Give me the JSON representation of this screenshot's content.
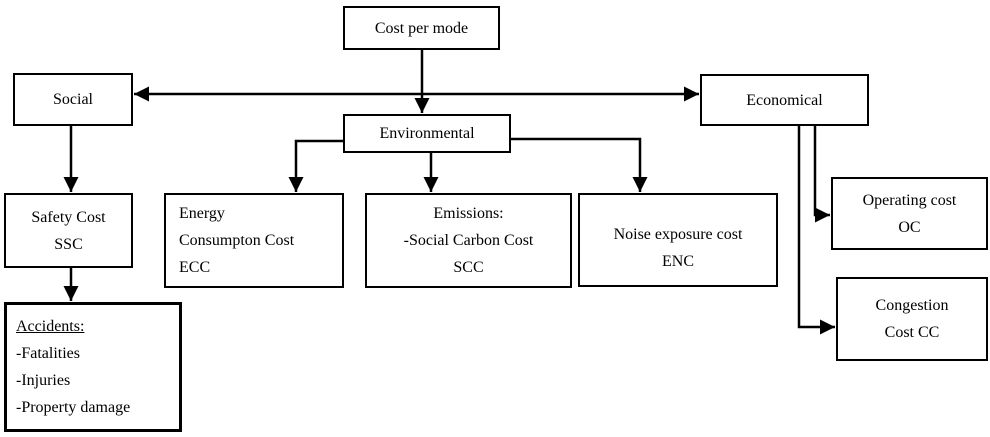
{
  "diagram": {
    "nodes": {
      "root": {
        "label": "Cost per mode"
      },
      "social": {
        "label": "Social"
      },
      "environmental": {
        "label": "Environmental"
      },
      "economical": {
        "label": "Economical"
      },
      "safety": {
        "lines": [
          "Safety Cost",
          "SSC"
        ]
      },
      "accidents": {
        "title": "Accidents:",
        "items": [
          "-Fatalities",
          "-Injuries",
          "-Property damage"
        ]
      },
      "energy": {
        "lines": [
          "Energy",
          "Consumpton Cost",
          "ECC"
        ]
      },
      "emissions": {
        "lines": [
          "Emissions:",
          "-Social Carbon Cost",
          "SCC"
        ]
      },
      "noise": {
        "lines": [
          "Noise exposure cost",
          "ENC"
        ]
      },
      "operating": {
        "lines": [
          "Operating cost",
          "OC"
        ]
      },
      "congestion": {
        "lines": [
          "Congestion",
          "Cost CC"
        ]
      }
    },
    "colors": {
      "line": "#000000",
      "box_border": "#000000",
      "background": "#ffffff"
    }
  }
}
